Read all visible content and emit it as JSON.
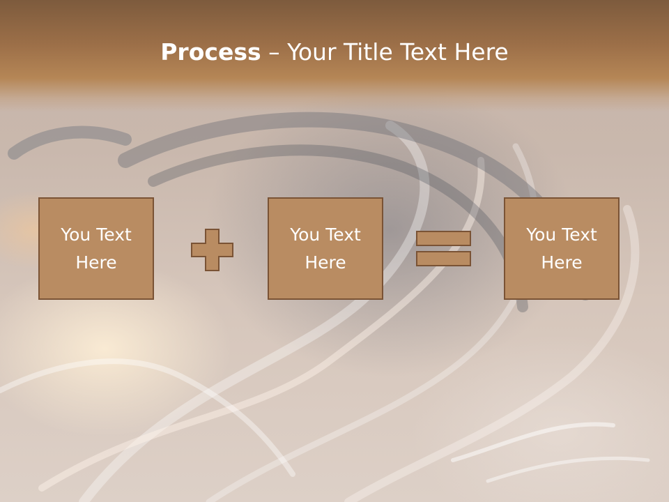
{
  "title": {
    "bold_part": "Process",
    "rest_part": " – Your Title Text Here"
  },
  "process_boxes": [
    {
      "label": "You Text Here"
    },
    {
      "label": "You Text Here"
    },
    {
      "label": "You Text Here"
    }
  ],
  "operators": [
    "plus-icon",
    "equals-icon"
  ],
  "colors": {
    "header_band": "#9c6f48",
    "box_fill": "#b98c62",
    "box_border": "#7a5335",
    "text": "#ffffff"
  },
  "background": "ocean-wave-photo"
}
